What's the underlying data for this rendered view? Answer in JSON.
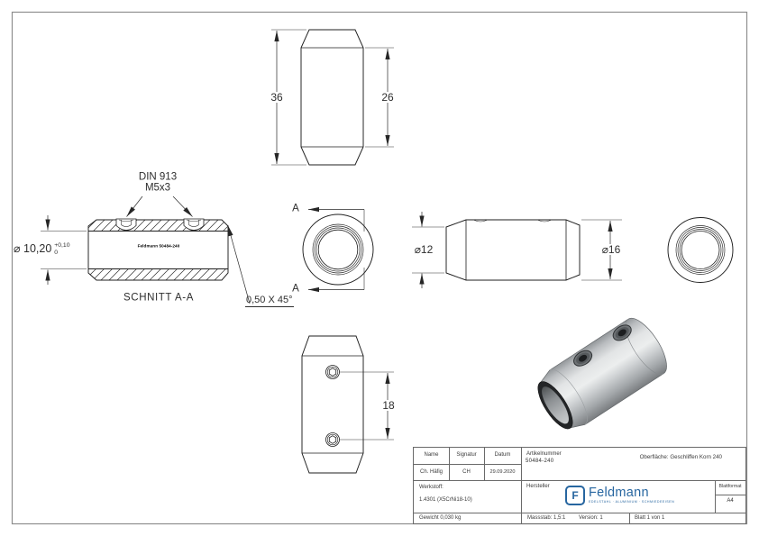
{
  "page": {
    "bg": "#ffffff",
    "frame_color": "#8d8d8d",
    "line_color": "#1f1f1f",
    "accent_blue": "#2766a0"
  },
  "views": {
    "front": {
      "height_total": "36",
      "height_body": "26"
    },
    "section": {
      "thread_standard": "DIN 913",
      "thread_size": "M5x3",
      "bore_diameter": "⌀ 10,20",
      "bore_tol_upper": "+0,10",
      "bore_tol_lower": "0",
      "part_marking": "Feldmann 50484-240",
      "label": "SCHNITT A-A",
      "chamfer_note": "0,50 X 45°"
    },
    "section_cut": {
      "label_top": "A",
      "label_bottom": "A"
    },
    "side": {
      "diameter_left": "⌀12",
      "diameter_right": "⌀16"
    },
    "bottom": {
      "screw_spacing": "18"
    }
  },
  "title_block": {
    "col_name": "Name",
    "col_signatur": "Signatur",
    "col_datum": "Datum",
    "val_name": "Ch. Häfig",
    "val_signatur": "CH",
    "val_datum": "29.09.2020",
    "artikelnummer_label": "Artikelnummer",
    "artikelnummer": "50484-240",
    "oberflaeche": "Oberfläche:  Geschliffen Korn 240",
    "werkstoff_label": "Werkstoff:",
    "werkstoff": "1.4301 (X5CrNi18-10)",
    "hersteller_label": "Hersteller",
    "logo": {
      "monogram": "F",
      "name": "Feldmann",
      "tagline": "EDELSTAHL · ALUMINIUM · SCHMIEDEEISEN"
    },
    "blattformat_label": "Blattformat",
    "blattformat": "A4",
    "gewicht": "Gewicht 0,030 kg",
    "massstab": "Massstab: 1,5:1",
    "version": "Version: 1",
    "blatt": "Blatt 1 von 1"
  }
}
